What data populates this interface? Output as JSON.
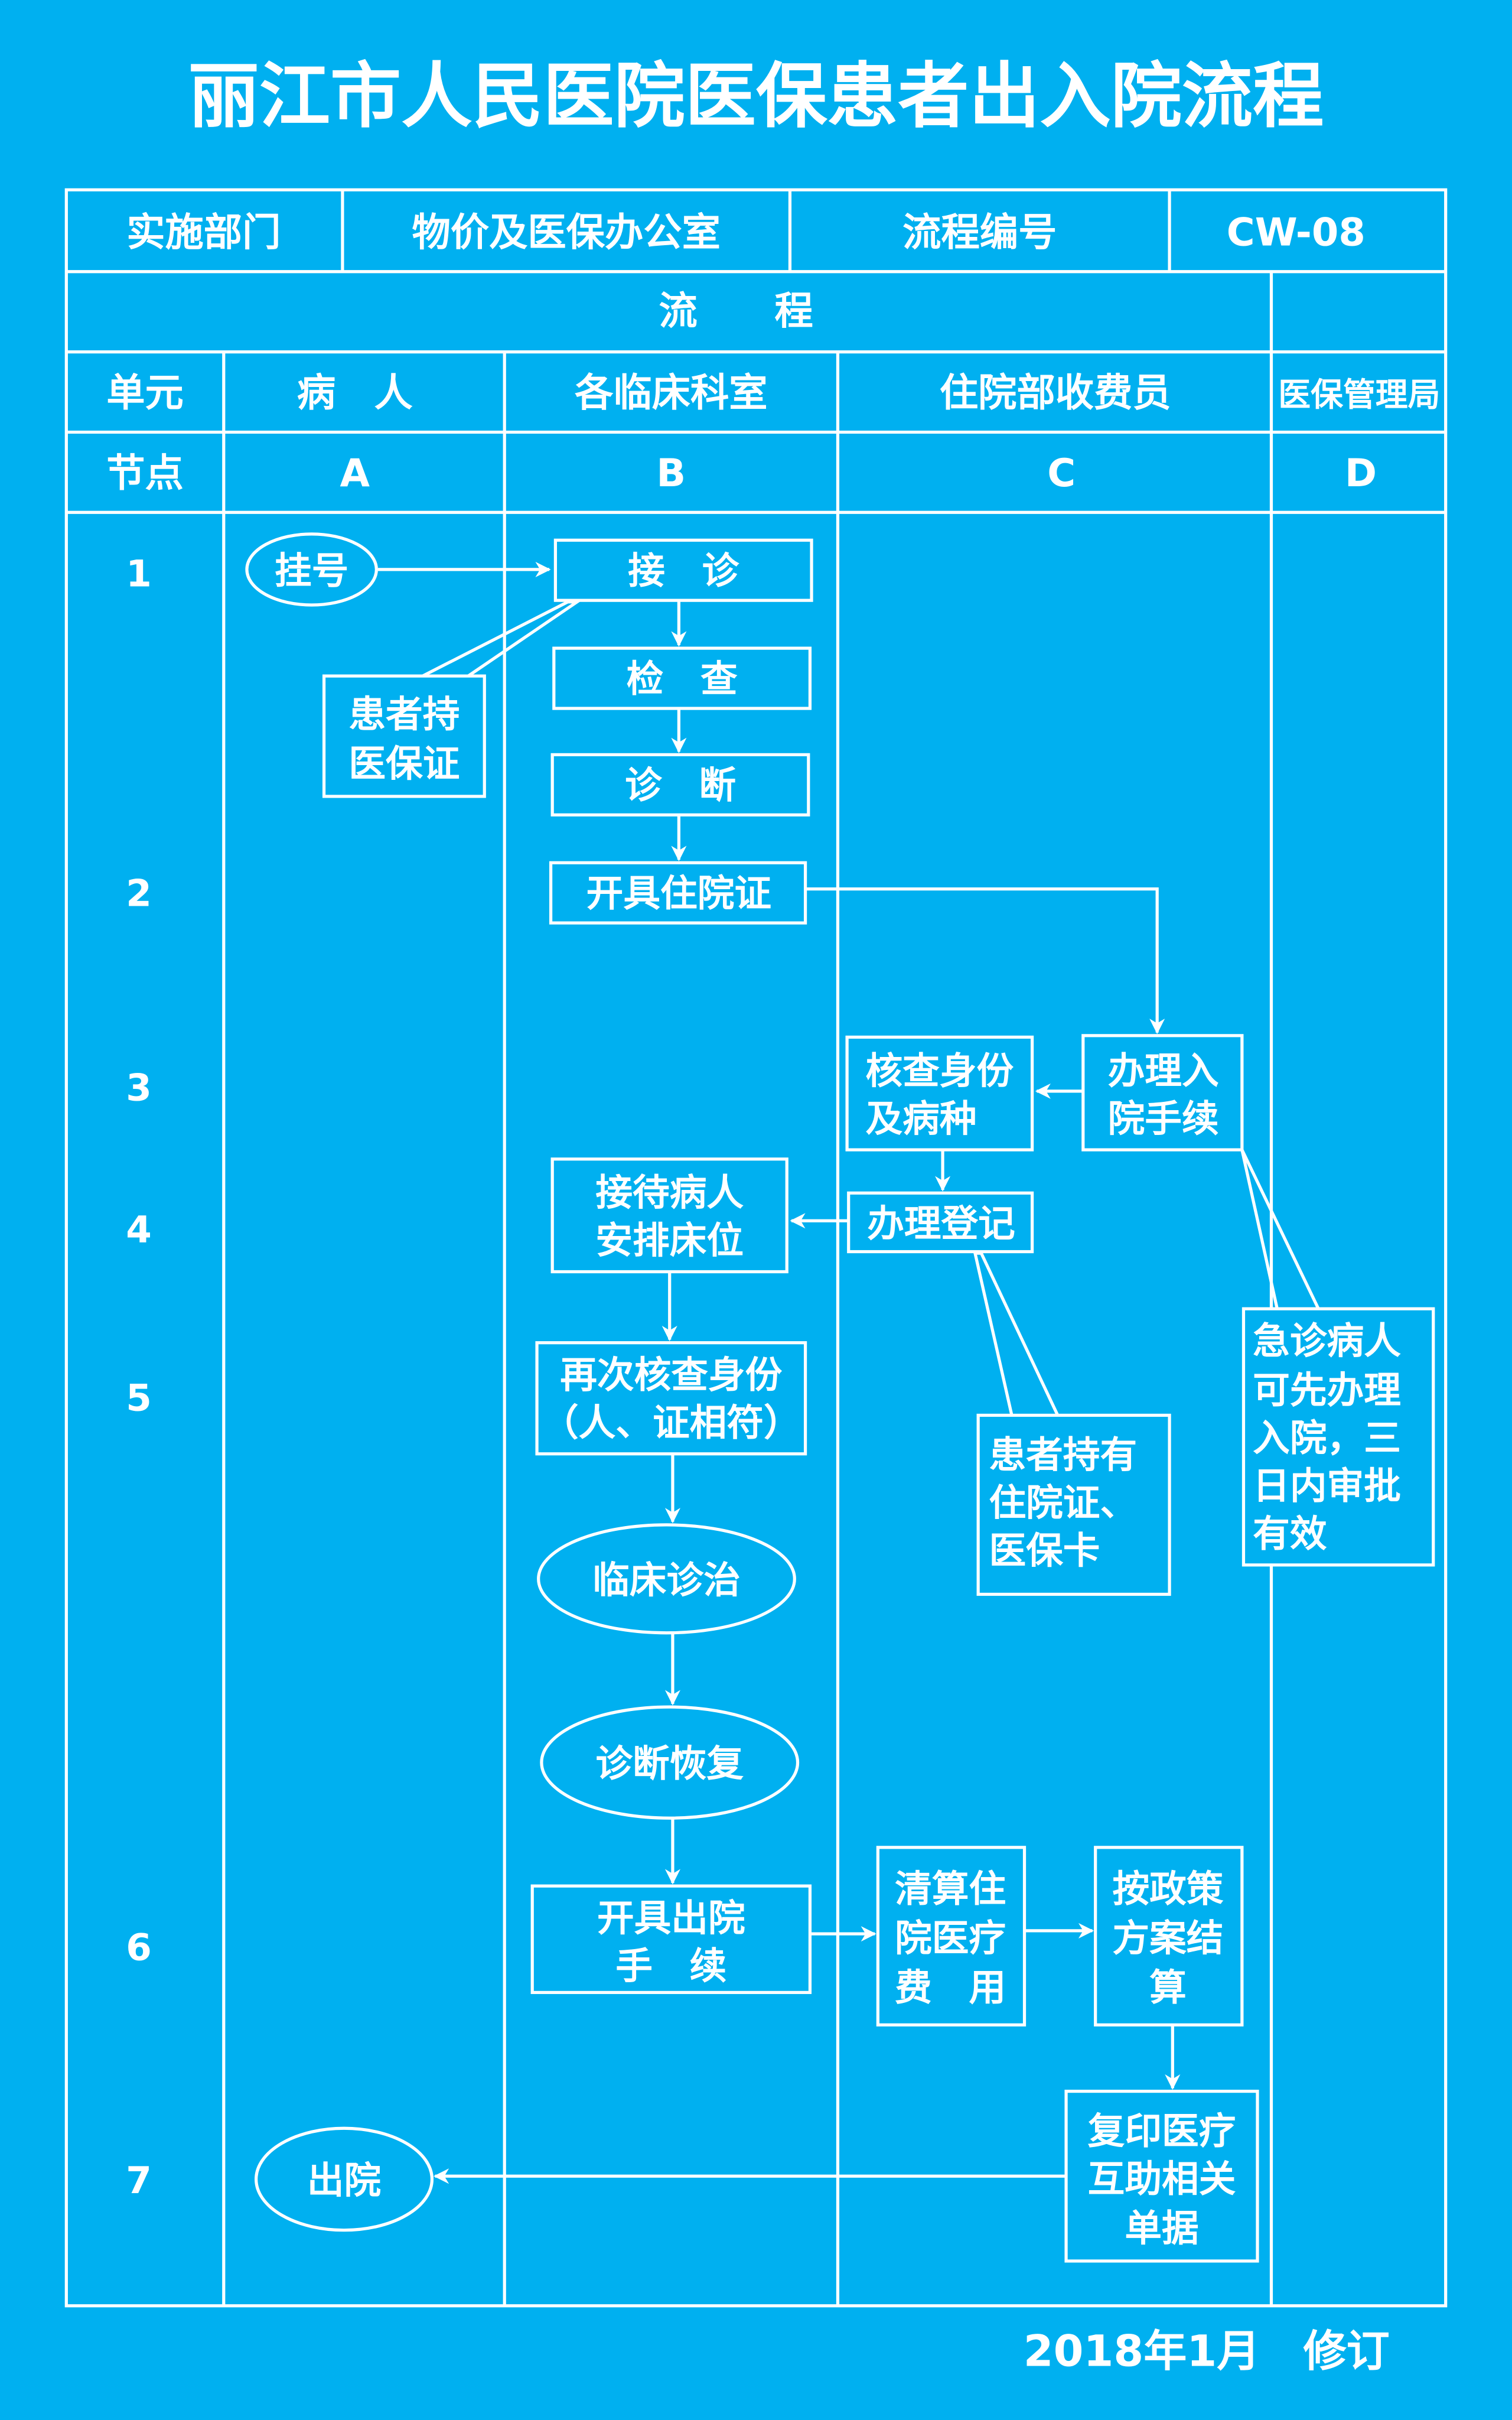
{
  "title": "丽江市人民医院医保患者出入院流程",
  "header": {
    "dept_label": "实施部门",
    "dept_value": "物价及医保办公室",
    "code_label": "流程编号",
    "code_value": "CW-08",
    "flow_label": "流　　程",
    "unit_label": "单元",
    "node_label": "节点",
    "units": [
      "病　人",
      "各临床科室",
      "住院部收费员",
      "医保管理局"
    ],
    "nodes": [
      "A",
      "B",
      "C",
      "D"
    ]
  },
  "rows": [
    "1",
    "2",
    "3",
    "4",
    "5",
    "6",
    "7"
  ],
  "steps": {
    "register": "挂号",
    "reception": "接　诊",
    "exam": "检　查",
    "diagnosis": "诊　断",
    "admit_cert": "开具住院证",
    "admit_proc": [
      "办理入",
      "院手续"
    ],
    "verify": [
      "核查身份",
      "及病种"
    ],
    "registration": "办理登记",
    "bed": [
      "接待病人",
      "安排床位"
    ],
    "reverify": [
      "再次核查身份",
      "（人、证相符）"
    ],
    "treatment": "临床诊治",
    "recovery": "诊断恢复",
    "discharge_proc": [
      "开具出院",
      "手　续"
    ],
    "settle_fee": [
      "清算住",
      "院医疗",
      "费　用"
    ],
    "policy_settle": [
      "按政策",
      "方案结",
      "算"
    ],
    "copy_docs": [
      "复印医疗",
      "互助相关",
      "单据"
    ],
    "discharge": "出院"
  },
  "notes": {
    "insurance_card": [
      "患者持",
      "医保证"
    ],
    "cert_card": [
      "患者持有",
      "住院证、",
      "医保卡"
    ],
    "emergency": [
      "急诊病人",
      "可先办理",
      "入院，三",
      "日内审批",
      "有效"
    ]
  },
  "footer": "2018年1月　修订",
  "colors": {
    "background": "#00b0f0",
    "line": "#ffffff"
  }
}
